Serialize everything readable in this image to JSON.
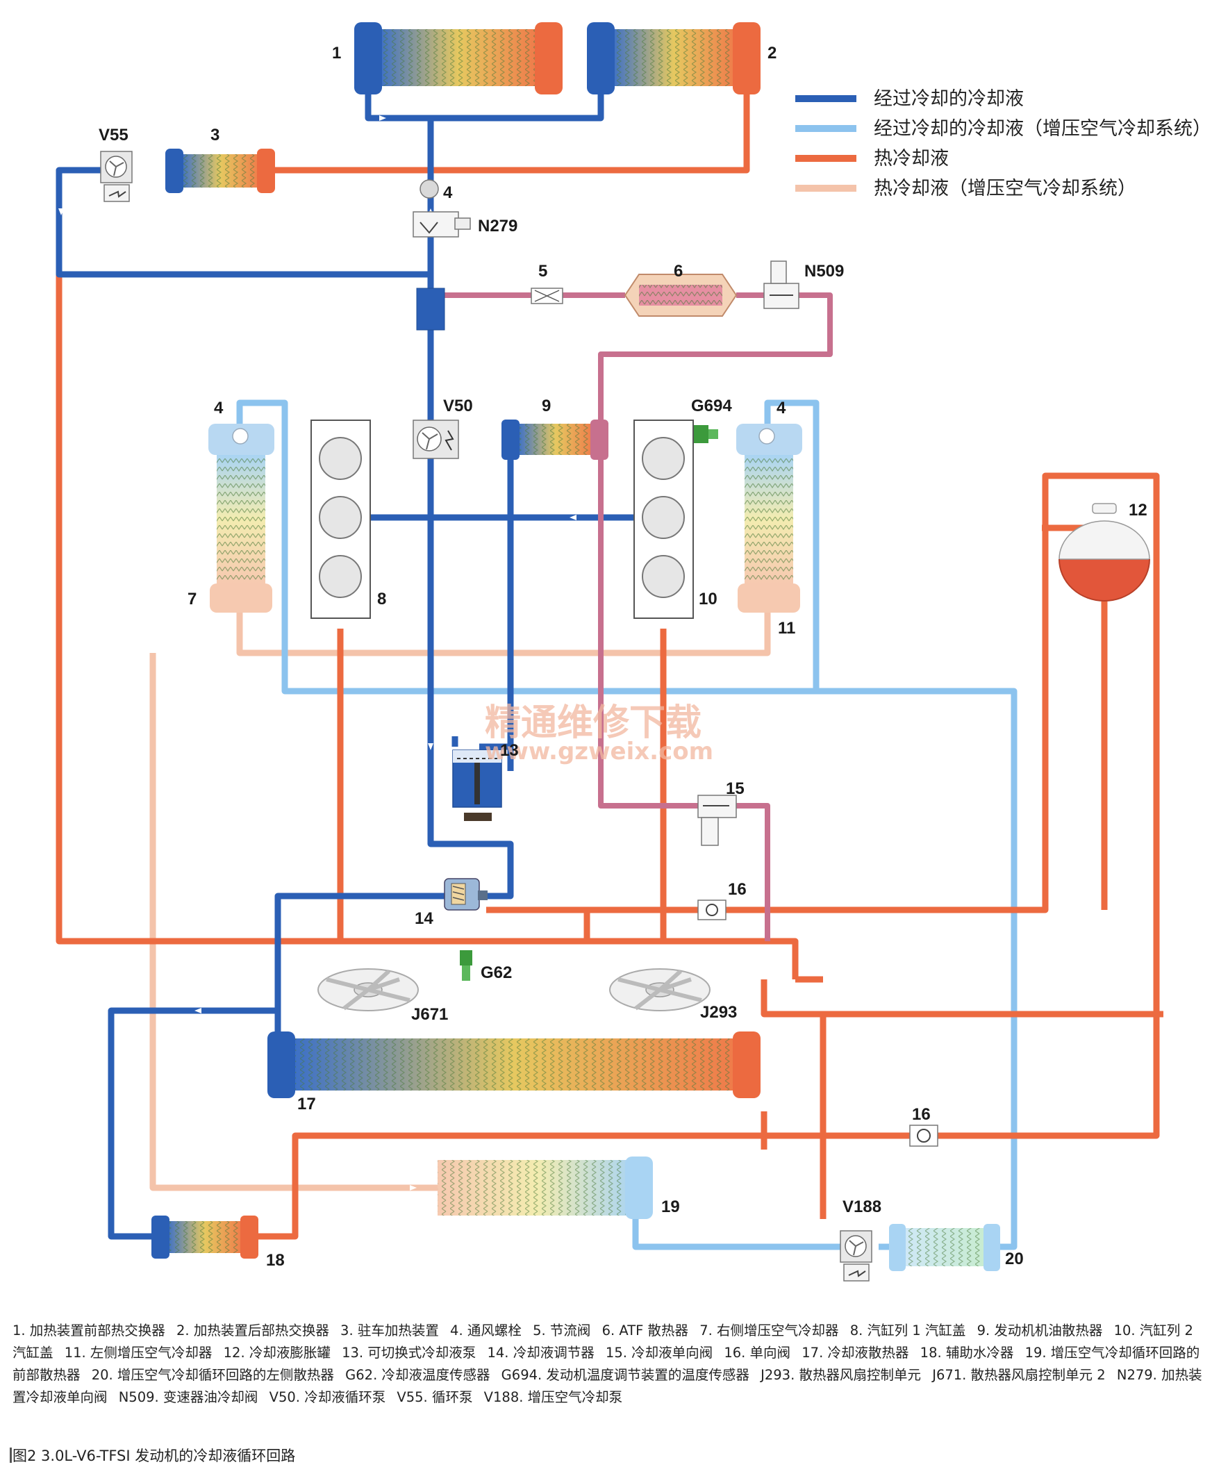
{
  "legend": [
    {
      "label": "经过冷却的冷却液",
      "color": "#2b5fb5"
    },
    {
      "label": "经过冷却的冷却液（增压空气冷却系统）",
      "color": "#8cc3ee"
    },
    {
      "label": "热冷却液",
      "color": "#ec6a40"
    },
    {
      "label": "热冷却液（增压空气冷却系统）",
      "color": "#f4c3aa"
    }
  ],
  "labels": {
    "n1": "1",
    "n2": "2",
    "n3": "3",
    "v55": "V55",
    "n4_top": "4",
    "n279": "N279",
    "n5": "5",
    "n6": "6",
    "n509": "N509",
    "n4_left": "4",
    "v50": "V50",
    "n9": "9",
    "g694": "G694",
    "n4_right": "4",
    "n12": "12",
    "n7": "7",
    "n8": "8",
    "n10": "10",
    "n11": "11",
    "n13": "13",
    "n15": "15",
    "n14": "14",
    "n16_a": "16",
    "g62": "G62",
    "j671": "J671",
    "j293": "J293",
    "n17": "17",
    "n16_b": "16",
    "n19": "19",
    "v188": "V188",
    "n18": "18",
    "n20": "20"
  },
  "watermark": {
    "line1": "精通维修下载",
    "line2": "www.gzweix.com"
  },
  "caption": {
    "items": [
      "1. 加热装置前部热交换器",
      "2. 加热装置后部热交换器",
      "3. 驻车加热装置",
      "4. 通风螺栓",
      "5. 节流阀",
      "6. ATF 散热器",
      "7. 右侧增压空气冷却器",
      "8. 汽缸列 1 汽缸盖",
      "9. 发动机机油散热器",
      "10. 汽缸列 2 汽缸盖",
      "11. 左侧增压空气冷却器",
      "12. 冷却液膨胀罐",
      "13. 可切换式冷却液泵",
      "14. 冷却液调节器",
      "15. 冷却液单向阀",
      "16. 单向阀",
      "17. 冷却液散热器",
      "18. 辅助水冷器",
      "19. 增压空气冷却循环回路的前部散热器",
      "20. 增压空气冷却循环回路的左侧散热器",
      "G62. 冷却液温度传感器",
      "G694. 发动机温度调节装置的温度传感器",
      "J293. 散热器风扇控制单元",
      "J671. 散热器风扇控制单元 2",
      "N279. 加热装置冷却液单向阀",
      "N509. 变速器油冷却阀",
      "V50. 冷却液循环泵",
      "V55. 循环泵",
      "V188. 增压空气冷却泵"
    ],
    "figure_title": "图2 3.0L-V6-TFSI 发动机的冷却液循环回路"
  }
}
